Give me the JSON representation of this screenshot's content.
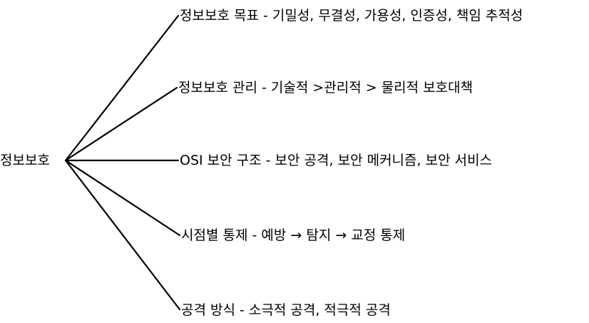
{
  "root": {
    "label": "정보보호"
  },
  "branches": [
    {
      "id": "goal",
      "label": "정보보호 목표 - 기밀성, 무결성, 가용성, 인증성, 책임 추적성"
    },
    {
      "id": "management",
      "label": "정보보호 관리 - 기술적 >관리적 > 물리적 보호대책"
    },
    {
      "id": "osi",
      "label": "OSI 보안 구조 - 보안 공격, 보안 메커니즘, 보안 서비스"
    },
    {
      "id": "timing-control",
      "label": "시점별 통제 - 예방 → 탐지 → 교정 통제"
    },
    {
      "id": "attack-method",
      "label": "공격 방식 - 소극적 공격, 적극적 공격"
    }
  ]
}
